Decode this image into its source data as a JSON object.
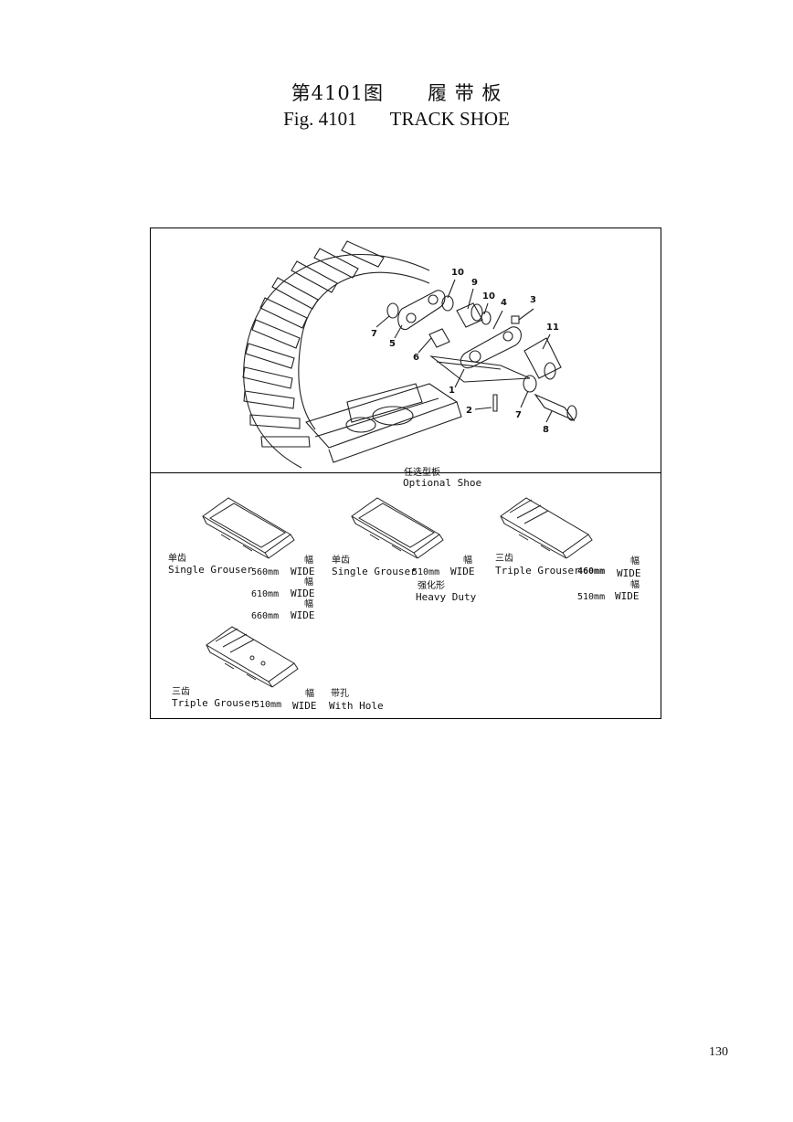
{
  "header": {
    "cn_figure": "第4101图",
    "cn_title": "履 带 板",
    "en_figure": "Fig. 4101",
    "en_title": "TRACK SHOE"
  },
  "parts": {
    "callouts": [
      "10",
      "9",
      "10",
      "4",
      "3",
      "11",
      "7",
      "5",
      "6",
      "1",
      "2",
      "7",
      "8"
    ]
  },
  "optional": {
    "heading_cn": "任选型板",
    "heading_en": "Optional Shoe"
  },
  "shoes": {
    "a": {
      "cn": "单齿",
      "name": "Single Grouser",
      "w1": "560mm",
      "w1_cn": "幅",
      "w1_en": "WIDE",
      "w2": "610mm",
      "w2_cn": "幅",
      "w2_en": "WIDE",
      "w3": "660mm",
      "w3_cn": "幅",
      "w3_en": "WIDE"
    },
    "b": {
      "cn": "单齿",
      "name": "Single Grouser",
      "w1": "510mm",
      "w1_cn": "幅",
      "w1_en": "WIDE",
      "hd_cn": "强化形",
      "hd_en": "Heavy Duty"
    },
    "c": {
      "cn": "三齿",
      "name": "Triple Grouser",
      "w1": "460mm",
      "w1_cn": "幅",
      "w1_en": "WIDE",
      "w2": "510mm",
      "w2_cn": "幅",
      "w2_en": "WIDE"
    },
    "d": {
      "cn": "三齿",
      "name": "Triple Grouser",
      "w1": "510mm",
      "w1_cn": "幅",
      "w1_en": "WIDE",
      "hole_cn": "带孔",
      "hole_en": "With Hole"
    }
  },
  "footer": {
    "page": "130"
  }
}
